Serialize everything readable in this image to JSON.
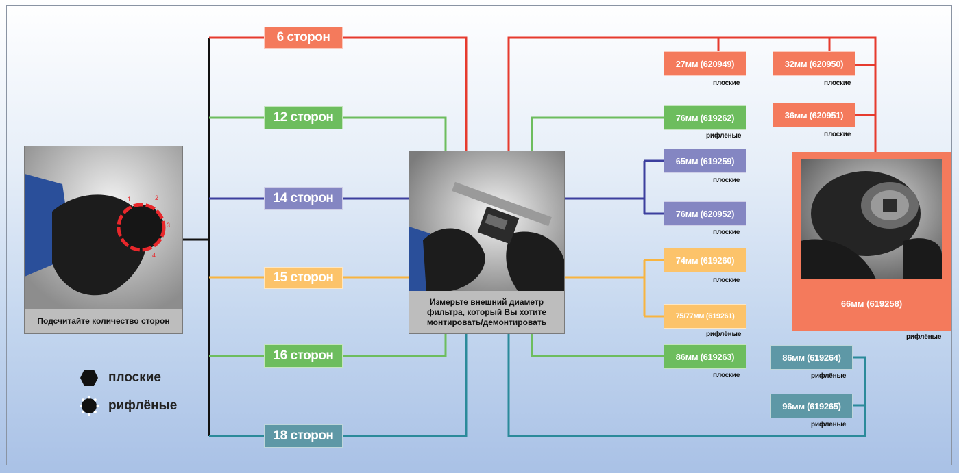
{
  "colors": {
    "red": "#e63b2e",
    "salmon": "#f47a5c",
    "green": "#6dbd5e",
    "purple": "#3c3f9e",
    "purple_box": "#8486c2",
    "yellow": "#f8b440",
    "yellow_box": "#fcc36a",
    "teal": "#2b8a9a",
    "teal_box": "#5e98a6",
    "black": "#111111"
  },
  "left_photo": {
    "caption": "Подсчитайте количество сторон",
    "icon": "hand-on-oil-filter-counting-sides"
  },
  "center_photo": {
    "caption": "Измерьте внешний диаметр фильтра, который Вы хотите монтировать/демонтировать",
    "icon": "hand-with-digital-caliper"
  },
  "big_item": {
    "label": "66мм (619258)",
    "type": "рифлёные",
    "icon": "oil-filter-wrench-socket"
  },
  "sides": [
    {
      "label": "6 сторон"
    },
    {
      "label": "12 сторон"
    },
    {
      "label": "14 сторон"
    },
    {
      "label": "15 сторон"
    },
    {
      "label": "16 сторон"
    },
    {
      "label": "18 сторон"
    }
  ],
  "items": [
    {
      "label": "27мм (620949)",
      "type": "плоские"
    },
    {
      "label": "32мм (620950)",
      "type": "плоские"
    },
    {
      "label": "36мм (620951)",
      "type": "плоские"
    },
    {
      "label": "76мм (619262)",
      "type": "рифлёные"
    },
    {
      "label": "65мм (619259)",
      "type": "плоские"
    },
    {
      "label": "76мм (620952)",
      "type": "плоские"
    },
    {
      "label": "74мм (619260)",
      "type": "плоские"
    },
    {
      "label": "75/77мм (619261)",
      "type": "рифлёные"
    },
    {
      "label": "86мм (619263)",
      "type": "плоские"
    },
    {
      "label": "86мм (619264)",
      "type": "рифлёные"
    },
    {
      "label": "96мм (619265)",
      "type": "рифлёные"
    }
  ],
  "legend": {
    "flat": {
      "label": "плоские",
      "icon": "hexagon-icon"
    },
    "ribbed": {
      "label": "рифлёные",
      "icon": "scalloped-circle-icon"
    }
  }
}
